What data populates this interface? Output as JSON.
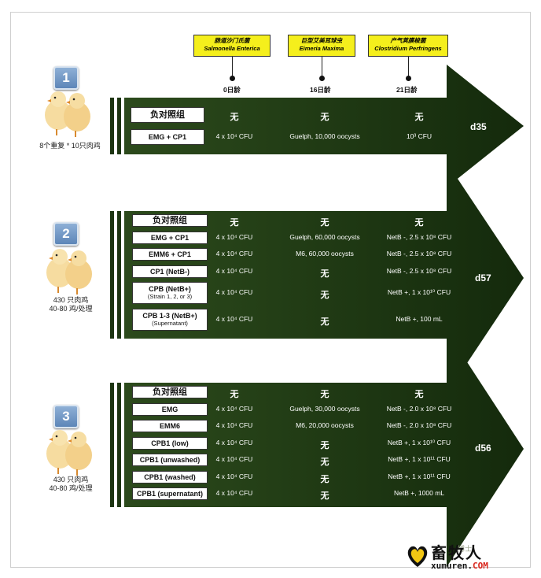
{
  "pathogens": [
    {
      "cn": "肠道沙门氏菌",
      "en": "Salmonella Enterica",
      "day": "0日龄"
    },
    {
      "cn": "巨型艾美耳球虫",
      "en": "Eimeria Maxima",
      "day": "16日龄"
    },
    {
      "cn": "产气荚膜梭菌",
      "en": "Clostridium Perfringens",
      "day": "21日龄"
    }
  ],
  "groups": [
    {
      "number": "1",
      "caption": [
        "8个重复 * 10只肉鸡"
      ],
      "end_day": "d35",
      "rows": [
        {
          "label": "负对照组",
          "sub": "",
          "c1": "无",
          "c2": "无",
          "c3": "无",
          "header": true
        },
        {
          "label": "EMG + CP1",
          "sub": "",
          "c1": "4 x 10⁴ CFU",
          "c2": "Guelph, 10,000 oocysts",
          "c3": "10³ CFU",
          "header": false
        }
      ]
    },
    {
      "number": "2",
      "caption": [
        "430 只肉鸡",
        "40-80 鸡/处理"
      ],
      "end_day": "d57",
      "rows": [
        {
          "label": "负对照组",
          "sub": "",
          "c1": "无",
          "c2": "无",
          "c3": "无",
          "header": true
        },
        {
          "label": "EMG + CP1",
          "sub": "",
          "c1": "4 x 10⁴ CFU",
          "c2": "Guelph, 60,000 oocysts",
          "c3": "NetB -, 2.5 x 10⁸ CFU",
          "header": false
        },
        {
          "label": "EMM6 + CP1",
          "sub": "",
          "c1": "4 x 10⁴ CFU",
          "c2": "M6, 60,000 oocysts",
          "c3": "NetB -, 2.5 x 10⁸ CFU",
          "header": false
        },
        {
          "label": "CP1 (NetB-)",
          "sub": "",
          "c1": "4 x 10⁴ CFU",
          "c2": "无",
          "c3": "NetB -, 2.5 x 10⁸ CFU",
          "header": false
        },
        {
          "label": "CPB (NetB+)",
          "sub": "(Strain 1, 2, or 3)",
          "c1": "4 x 10⁴ CFU",
          "c2": "无",
          "c3": "NetB +, 1 x 10¹⁰ CFU",
          "header": false
        },
        {
          "label": "CPB 1-3 (NetB+)",
          "sub": "(Supernatant)",
          "c1": "4 x 10⁴ CFU",
          "c2": "无",
          "c3": "NetB +, 100 mL",
          "header": false
        }
      ]
    },
    {
      "number": "3",
      "caption": [
        "430 只肉鸡",
        "40-80 鸡/处理"
      ],
      "end_day": "d56",
      "rows": [
        {
          "label": "负对照组",
          "sub": "",
          "c1": "无",
          "c2": "无",
          "c3": "无",
          "header": true
        },
        {
          "label": "EMG",
          "sub": "",
          "c1": "4 x 10⁴ CFU",
          "c2": "Guelph, 30,000 oocysts",
          "c3": "NetB -, 2.0 x 10⁸ CFU",
          "header": false
        },
        {
          "label": "EMM6",
          "sub": "",
          "c1": "4 x 10⁴ CFU",
          "c2": "M6, 20,000 oocysts",
          "c3": "NetB -, 2.0 x 10⁸ CFU",
          "header": false
        },
        {
          "label": "CPB1 (low)",
          "sub": "",
          "c1": "4 x 10⁴ CFU",
          "c2": "无",
          "c3": "NetB +, 1 x 10¹⁰ CFU",
          "header": false
        },
        {
          "label": "CPB1 (unwashed)",
          "sub": "",
          "c1": "4 x 10⁴ CFU",
          "c2": "无",
          "c3": "NetB +, 1 x 10¹¹ CFU",
          "header": false
        },
        {
          "label": "CPB1 (washed)",
          "sub": "",
          "c1": "4 x 10⁴ CFU",
          "c2": "无",
          "c3": "NetB +, 1 x 10¹¹ CFU",
          "header": false
        },
        {
          "label": "CPB1 (supernatant)",
          "sub": "",
          "c1": "4 x 10⁴ CFU",
          "c2": "无",
          "c3": "NetB +, 1000 mL",
          "header": false
        }
      ]
    }
  ],
  "watermark": {
    "brand": "畜牧人",
    "url_main": "xumuren.",
    "url_tld": "COM",
    "faint": "博士"
  },
  "colors": {
    "arrow_dark": "#1c3312",
    "arrow_mid": "#2f4f1f",
    "pathogen_box": "#f5ef1c"
  }
}
